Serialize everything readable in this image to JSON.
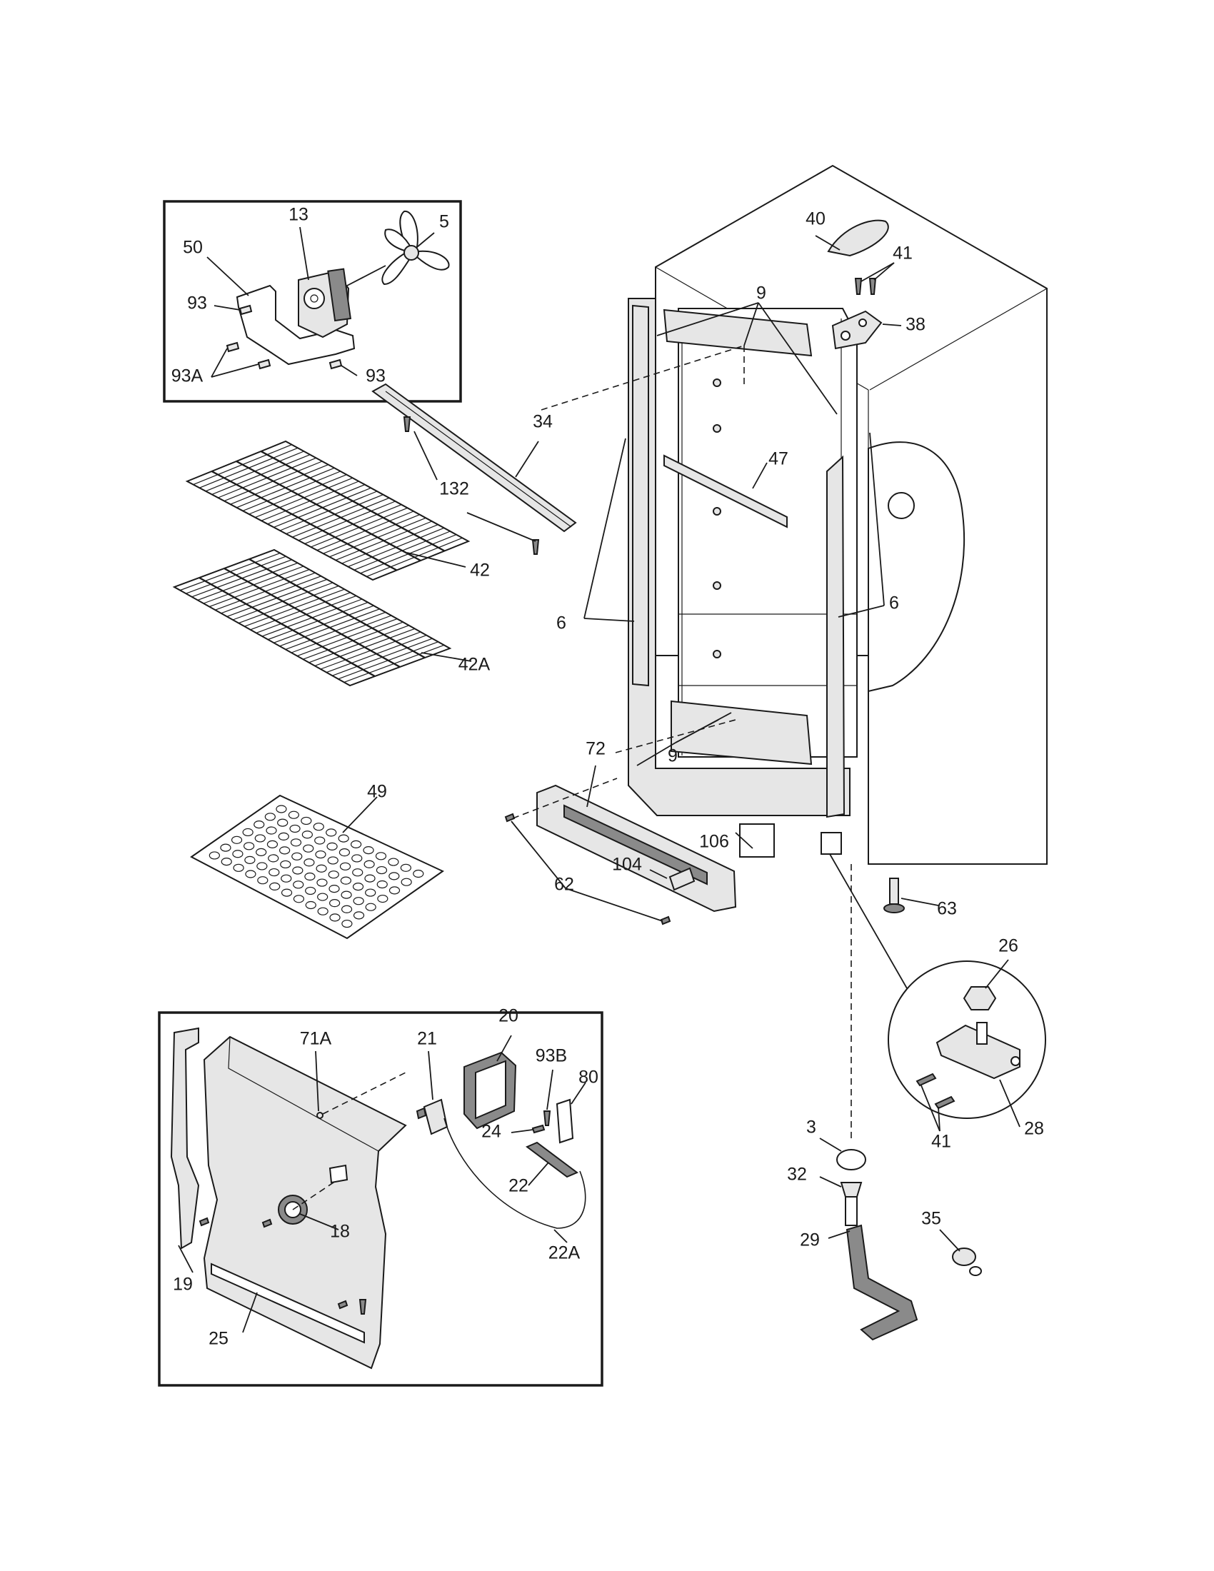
{
  "labels": {
    "l5": "5",
    "l13": "13",
    "l50": "50",
    "l93a": "93",
    "l93b": "93",
    "l93A": "93A",
    "l40": "40",
    "l41a": "41",
    "l9a": "9",
    "l38": "38",
    "l34": "34",
    "l47": "47",
    "l132": "132",
    "l42": "42",
    "l42A": "42A",
    "l6a": "6",
    "l6b": "6",
    "l9b": "9",
    "l72": "72",
    "l49": "49",
    "l106": "106",
    "l104": "104",
    "l62": "62",
    "l63": "63",
    "l26": "26",
    "l20": "20",
    "l71A": "71A",
    "l21": "21",
    "l93B": "93B",
    "l80": "80",
    "l24": "24",
    "l22": "22",
    "l18": "18",
    "l22A": "22A",
    "l19": "19",
    "l25": "25",
    "l41b": "41",
    "l28": "28",
    "l3": "3",
    "l32": "32",
    "l29": "29",
    "l35": "35"
  }
}
